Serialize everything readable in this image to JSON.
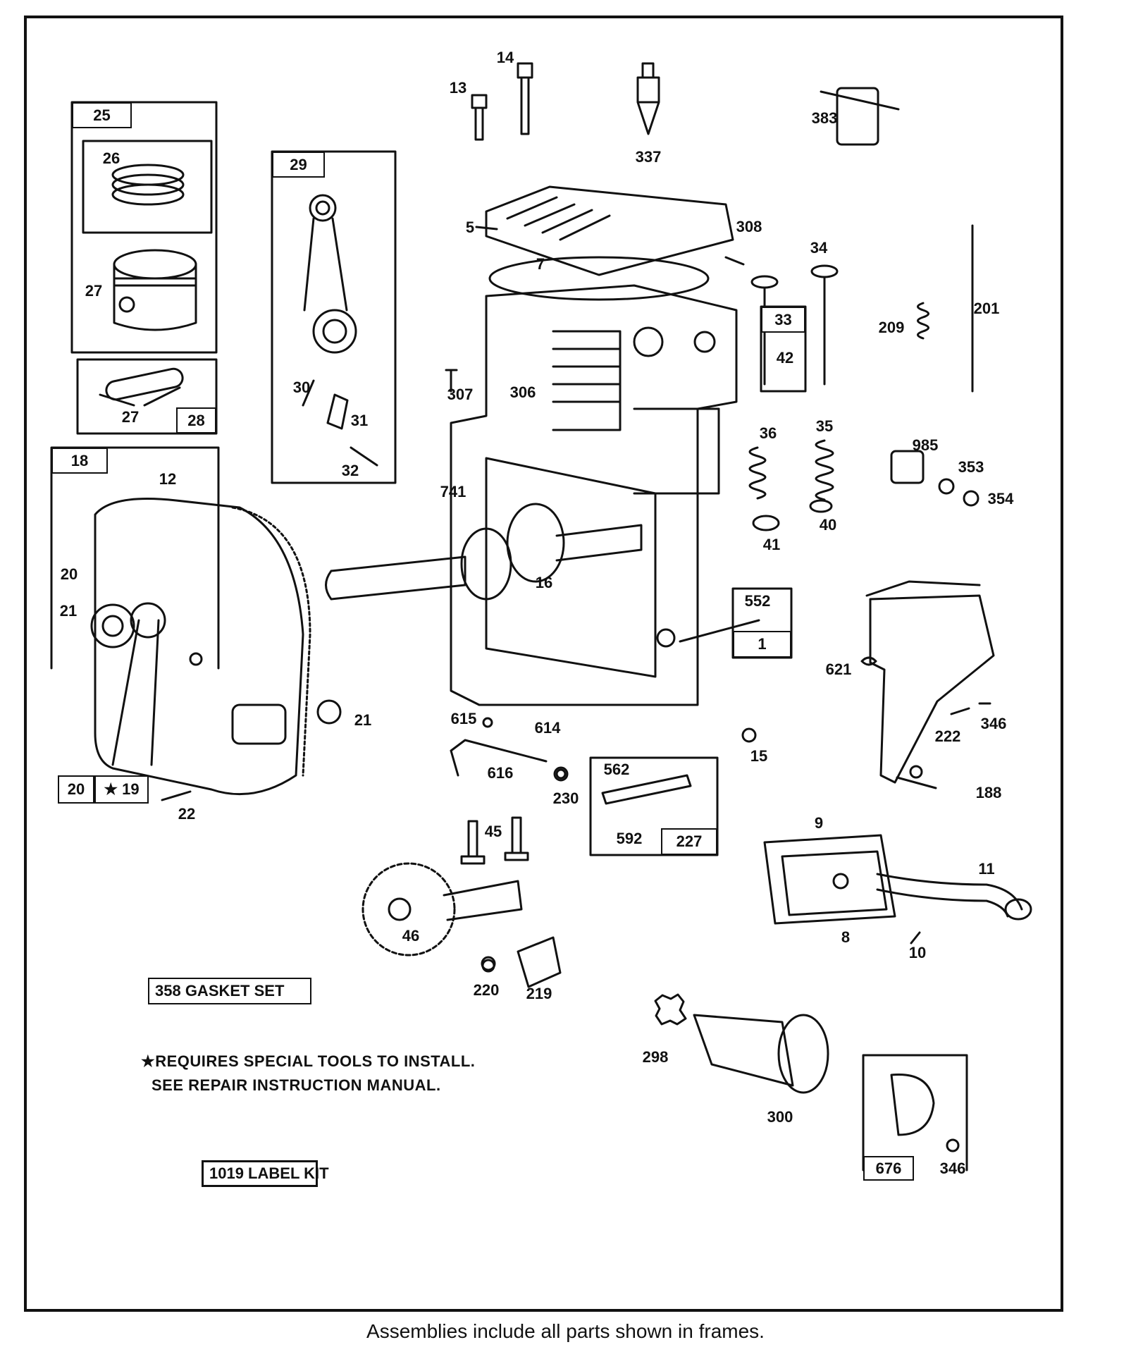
{
  "labels": {
    "p13": "13",
    "p14": "14",
    "p337": "337",
    "p383": "383",
    "p25": "25",
    "p26": "26",
    "p27a": "27",
    "p27b": "27",
    "p28": "28",
    "p29": "29",
    "p30": "30",
    "p31": "31",
    "p32": "32",
    "p5": "5",
    "p308": "308",
    "p7": "7",
    "p34": "34",
    "p33": "33",
    "p42": "42",
    "p209": "209",
    "p201": "201",
    "p307": "307",
    "p306": "306",
    "p36": "36",
    "p35": "35",
    "p985": "985",
    "p353": "353",
    "p354": "354",
    "p18": "18",
    "p12": "12",
    "p741": "741",
    "p16": "16",
    "p41": "41",
    "p40": "40",
    "p552": "552",
    "p1": "1",
    "p20a": "20",
    "p21a": "21",
    "p21b": "21",
    "p20b": "20",
    "p19": "★ 19",
    "p22": "22",
    "p615": "615",
    "p614": "614",
    "p616": "616",
    "p230": "230",
    "p15": "15",
    "p621": "621",
    "p346a": "346",
    "p222": "222",
    "p188": "188",
    "p562": "562",
    "p592": "592",
    "p227": "227",
    "p45": "45",
    "p46": "46",
    "p9": "9",
    "p11": "11",
    "p8": "8",
    "p10": "10",
    "p220": "220",
    "p219": "219",
    "p298": "298",
    "p300": "300",
    "p676": "676",
    "p346b": "346"
  },
  "gasket_set": "358  GASKET SET",
  "label_kit": "1019 LABEL KIT",
  "special_note_line1": "★REQUIRES SPECIAL TOOLS TO INSTALL.",
  "special_note_line2": "SEE REPAIR INSTRUCTION MANUAL.",
  "caption": "Assemblies include all parts shown in frames."
}
